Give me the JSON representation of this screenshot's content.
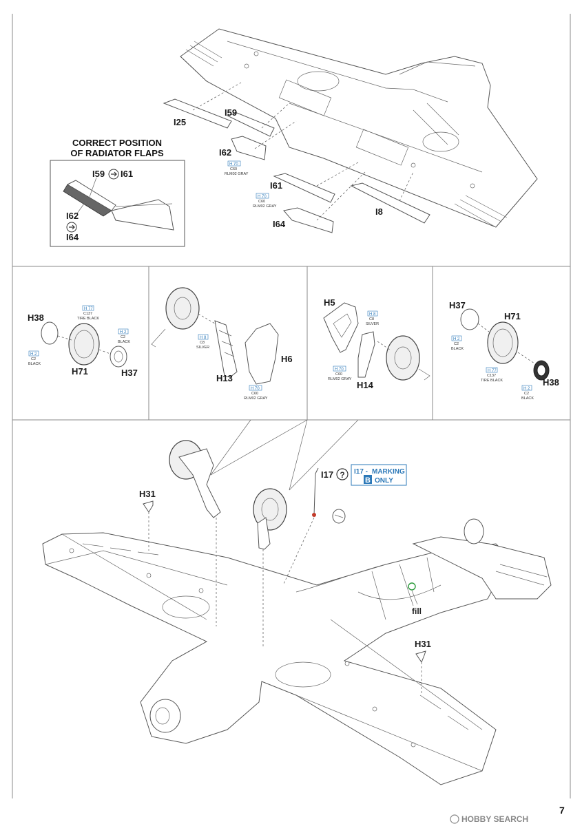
{
  "page": {
    "number": "7"
  },
  "watermark": {
    "text": "HOBBY SEARCH"
  },
  "top_panel": {
    "inset_title_line1": "CORRECT POSITION",
    "inset_title_line2": "OF RADIATOR FLAPS",
    "inset_labels": {
      "i59": "I59",
      "i61": "I61",
      "i62": "I62",
      "i64": "I64"
    },
    "labels": {
      "i25": "I25",
      "i59": "I59",
      "i62": "I62",
      "i61": "I61",
      "i64": "I64",
      "i8": "I8"
    },
    "paint_1": {
      "code": "H 70",
      "mix": "C60",
      "name": "RLM02 GRAY"
    },
    "paint_2": {
      "code": "H 70",
      "mix": "C60",
      "name": "RLM02 GRAY"
    }
  },
  "wheel_panel_1": {
    "labels": {
      "h38": "H38",
      "h71": "H71",
      "h37": "H37"
    },
    "paint_tire": {
      "code": "H 77",
      "mix": "C137",
      "name": "TIRE BLACK"
    },
    "paint_black_1": {
      "code": "H 2",
      "mix": "C2",
      "name": "BLACK"
    },
    "paint_black_2": {
      "code": "H 2",
      "mix": "C2",
      "name": "BLACK"
    }
  },
  "wheel_panel_2": {
    "labels": {
      "h13": "H13",
      "h6": "H6"
    },
    "paint_silver": {
      "code": "H 8",
      "mix": "C8",
      "name": "SILVER"
    },
    "paint_gray": {
      "code": "H 70",
      "mix": "C60",
      "name": "RLM02 GRAY"
    }
  },
  "wheel_panel_3": {
    "labels": {
      "h5": "H5",
      "h14": "H14"
    },
    "paint_silver": {
      "code": "H 8",
      "mix": "C8",
      "name": "SILVER"
    },
    "paint_gray": {
      "code": "H 70",
      "mix": "C60",
      "name": "RLM02 GRAY"
    }
  },
  "wheel_panel_4": {
    "labels": {
      "h37": "H37",
      "h71": "H71",
      "h38": "H38"
    },
    "paint_black_1": {
      "code": "H 2",
      "mix": "C2",
      "name": "BLACK"
    },
    "paint_tire": {
      "code": "H 77",
      "mix": "C137",
      "name": "TIRE BLACK"
    },
    "paint_black_2": {
      "code": "H 2",
      "mix": "C2",
      "name": "BLACK"
    }
  },
  "bottom_panel": {
    "labels": {
      "h31_left": "H31",
      "h31_right": "H31",
      "i17": "I17",
      "fill": "fill"
    },
    "marking": {
      "prefix": "I17 -",
      "word": "MARKING",
      "letter": "B",
      "only": "ONLY"
    }
  },
  "colors": {
    "accent_blue": "#2b78b8",
    "line_gray": "#555555"
  }
}
